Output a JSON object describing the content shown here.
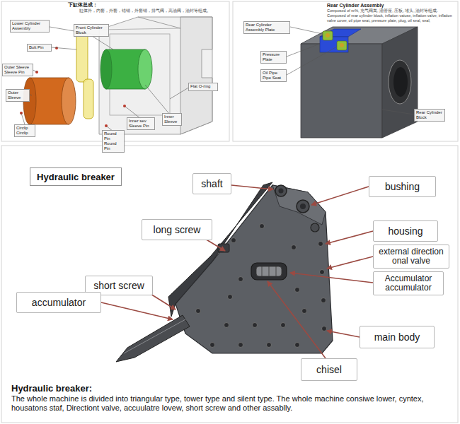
{
  "diagram": {
    "nodes": [
      {
        "text": [
          "Lower Cylinder Assembly"
        ]
      },
      {
        "text": [
          "Front Cylinder Block"
        ]
      },
      {
        "text": [
          "Bolt Pin"
        ]
      },
      {
        "text": [
          "Outer Sleeve Sleeve Pin"
        ]
      },
      {
        "text": [
          "Outer Sleeve"
        ]
      },
      {
        "text": [
          "Circlip Circlip"
        ]
      },
      {
        "text": [
          "Round Pin Round Pin"
        ]
      },
      {
        "text": [
          "Inner sev Sleeve Pin"
        ]
      },
      {
        "text": [
          "Inner Sleeve"
        ]
      },
      {
        "text": [
          "Flat O-ring"
        ]
      },
      {
        "text": [
          "Rear Cylinder Assembly Plate"
        ]
      },
      {
        "text": [
          "Pressure Plate"
        ]
      },
      {
        "text": [
          "Oil Pipe Pipe Seat"
        ]
      },
      {
        "text": [
          "Rear Cylinder Block"
        ]
      },
      {
        "text": [
          "Hydraulic breaker"
        ]
      },
      {
        "text": [
          "shaft"
        ]
      },
      {
        "text": [
          "bushing"
        ]
      },
      {
        "text": [
          "long screw"
        ]
      },
      {
        "text": [
          "housing"
        ]
      },
      {
        "text": [
          "external direction onal valve"
        ]
      },
      {
        "text": [
          "Accumulator accumulator"
        ]
      },
      {
        "text": [
          "short screw"
        ]
      },
      {
        "text": [
          "accumulator"
        ]
      },
      {
        "text": [
          "main body"
        ]
      },
      {
        "text": [
          "chisel"
        ]
      }
    ],
    "labels": [
      "下缸体总成：",
      "缸体外，内套，外套，锚销，外套销，排气阀，高油阀，油封等组成。",
      "Rear Cylinder Assembly",
      "Composed of re%, 充气阀嵩, 油管座, 压板, 堵头, 油封等组成.",
      "Composed of rear cylinder block, inflation vaiuse, inflation valve, inflation valve cover, oil pipe seat, pressure plate, plug, oil seal, seal,",
      "Hydraulic breaker:",
      "The whole machine is divided into triangular type, tower type and silent type. The whole machine consiwe lower, cyntex, housatons staf, Directiont valve, accuulatre lovew, short screw and other assablly."
    ]
  }
}
